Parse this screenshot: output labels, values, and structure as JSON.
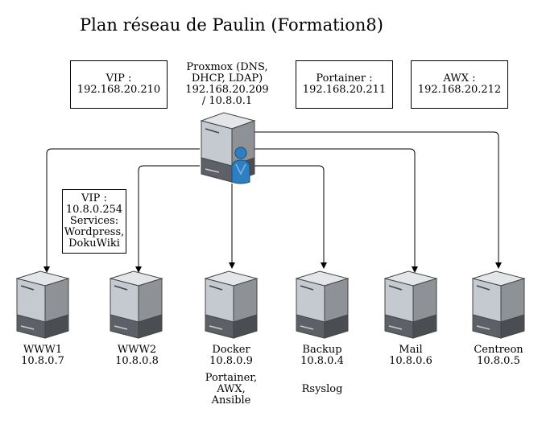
{
  "title": "Plan réseau de Paulin (Formation8)",
  "boxes": {
    "vip_proxmox": "VIP :\n192.168.20.210",
    "portainer": "Portainer :\n192.168.20.211",
    "awx": "AWX :\n192.168.20.212",
    "vip_www": "VIP :\n10.8.0.254\nServices:\nWordpress,\nDokuWiki"
  },
  "proxmox": {
    "label": "Proxmox (DNS,\nDHCP, LDAP)\n192.168.20.209\n/ 10.8.0.1"
  },
  "servers": [
    {
      "name": "WWW1",
      "ip": "10.8.0.7",
      "note": ""
    },
    {
      "name": "WWW2",
      "ip": "10.8.0.8",
      "note": ""
    },
    {
      "name": "Docker",
      "ip": "10.8.0.9",
      "note": "Portainer,\nAWX,\nAnsible"
    },
    {
      "name": "Backup",
      "ip": "10.8.0.4",
      "note": "Rsyslog"
    },
    {
      "name": "Mail",
      "ip": "10.8.0.6",
      "note": ""
    },
    {
      "name": "Centreon",
      "ip": "10.8.0.5",
      "note": ""
    }
  ],
  "colors": {
    "server_front": "#c5c9d0",
    "server_side": "#8e9196",
    "server_top": "#e3e5e9",
    "server_base": "#5d6066",
    "user_icon": "#2e7fc1"
  }
}
